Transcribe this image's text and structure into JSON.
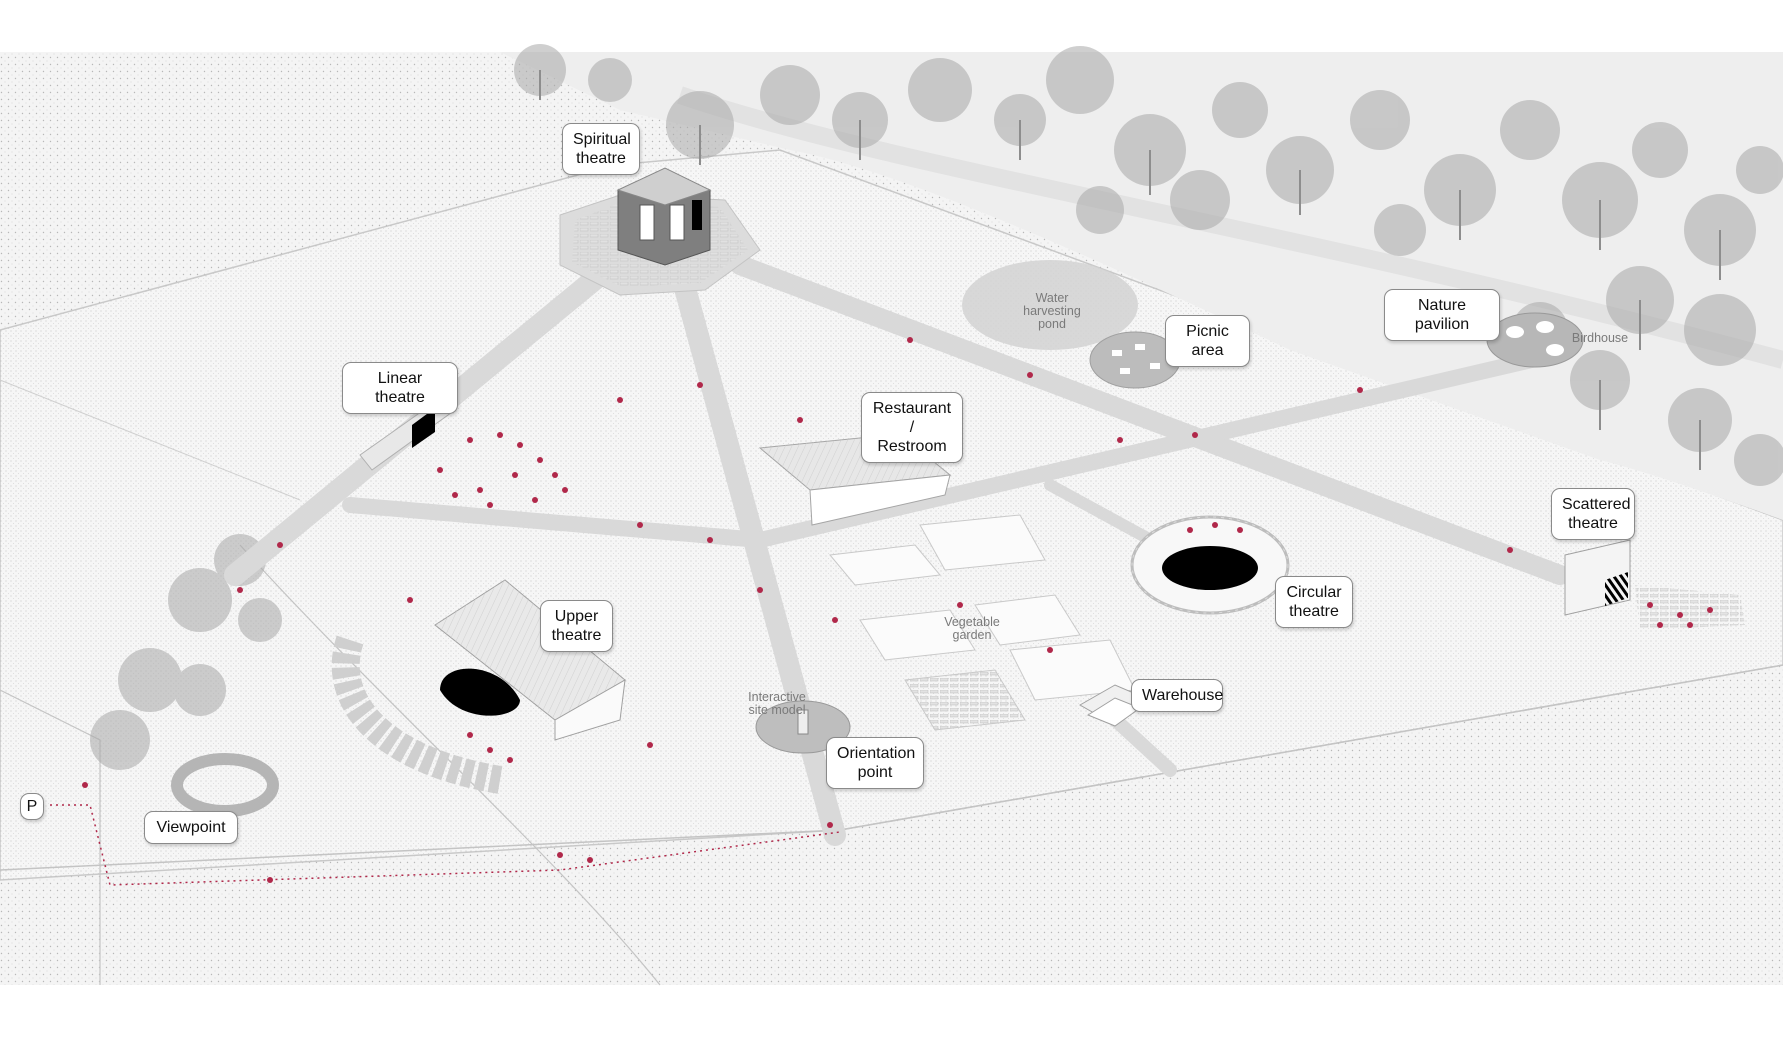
{
  "labels": {
    "spiritual_theatre": "Spiritual\ntheatre",
    "linear_theatre": "Linear theatre",
    "restaurant_restroom": "Restaurant /\nRestroom",
    "picnic_area": "Picnic area",
    "nature_pavilion": "Nature pavilion",
    "scattered_theatre": "Scattered\ntheatre",
    "circular_theatre": "Circular\ntheatre",
    "upper_theatre": "Upper\ntheatre",
    "warehouse": "Warehouse",
    "orientation_point": "Orientation\npoint",
    "viewpoint": "Viewpoint",
    "parking": "P"
  },
  "annotations": {
    "water_pond": "Water\nharvesting\npond",
    "birdhouse": "Birdhouse",
    "vegetable_garden": "Vegetable\ngarden",
    "site_model": "Interactive\nsite model"
  },
  "colors": {
    "background": "#f4f4f4",
    "path": "#d9d9d9",
    "people": "#b0284a",
    "trees": "#9a9a9a",
    "solid_black": "#000000"
  }
}
